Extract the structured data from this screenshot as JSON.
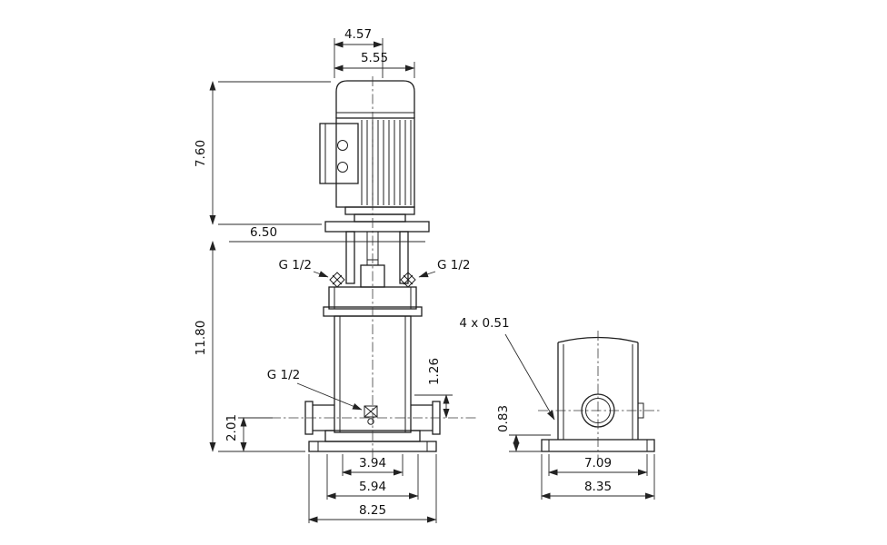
{
  "front_view": {
    "dim_top_inner": "4.57",
    "dim_top_outer": "5.55",
    "dim_motor_height": "7.60",
    "dim_clearance": "6.50",
    "dim_pump_height": "11.80",
    "dim_port_centerline": "2.01",
    "dim_plug_offset": "1.26",
    "port_label_left": "G 1/2",
    "port_label_right": "G 1/2",
    "drain_label": "G 1/2",
    "dim_base_inner": "3.94",
    "dim_base_mid": "5.94",
    "dim_base_outer": "8.25"
  },
  "side_view": {
    "bolt_holes_label": "4 x 0.51",
    "dim_port_to_base": "0.83",
    "dim_base_inner": "7.09",
    "dim_base_outer": "8.35"
  }
}
